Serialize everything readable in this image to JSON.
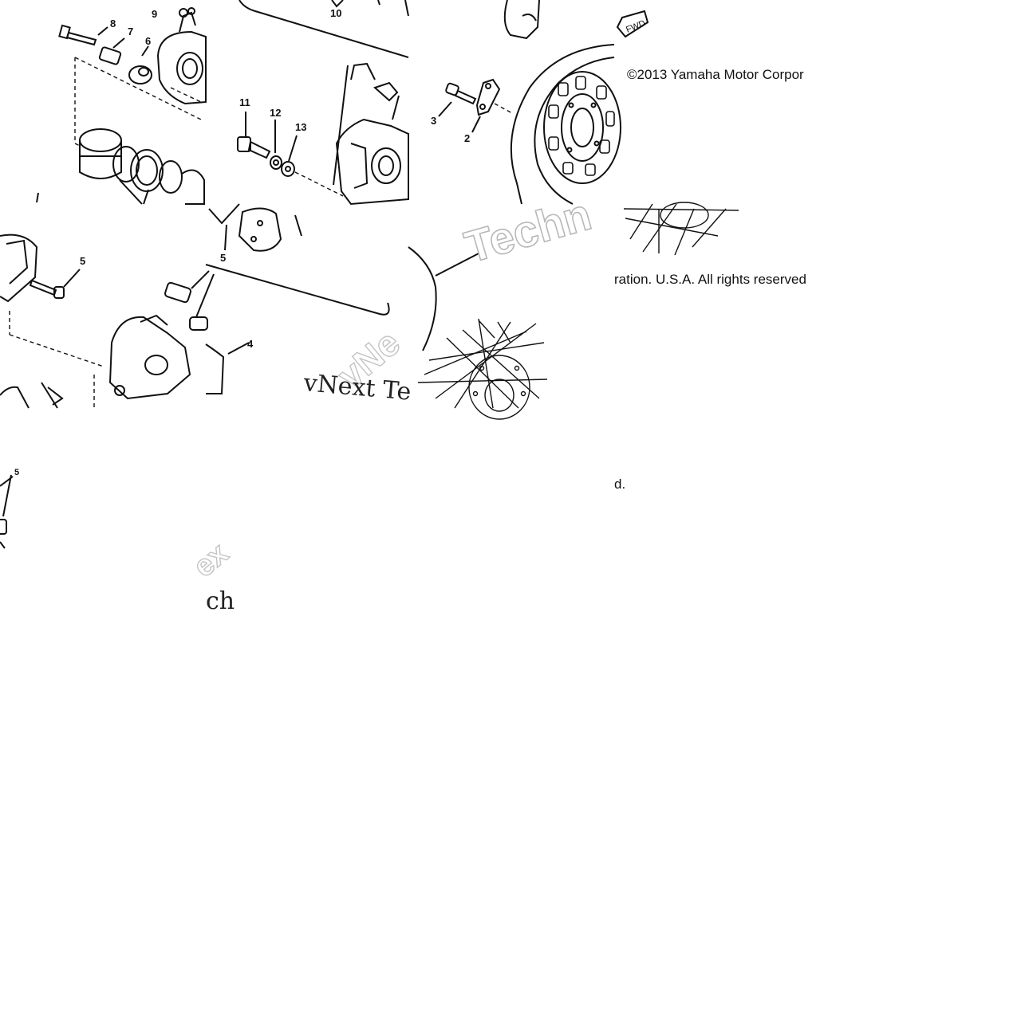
{
  "diagram": {
    "callouts": [
      "8",
      "9",
      "7",
      "6",
      "10",
      "11",
      "12",
      "13",
      "3",
      "2",
      "5",
      "5",
      "4",
      "5"
    ],
    "copyright_top": "©2013 Yamaha Motor Corpor",
    "copyright_mid": "ration. U.S.A. All rights reserved",
    "copyright_end": "d.",
    "fwd_label": "FWD",
    "watermark_vnext": "vNext Te",
    "watermark_techn": "Techn",
    "watermark_fragment_1": "ex",
    "watermark_fragment_2": "ch",
    "watermark_diag": "vNe"
  }
}
